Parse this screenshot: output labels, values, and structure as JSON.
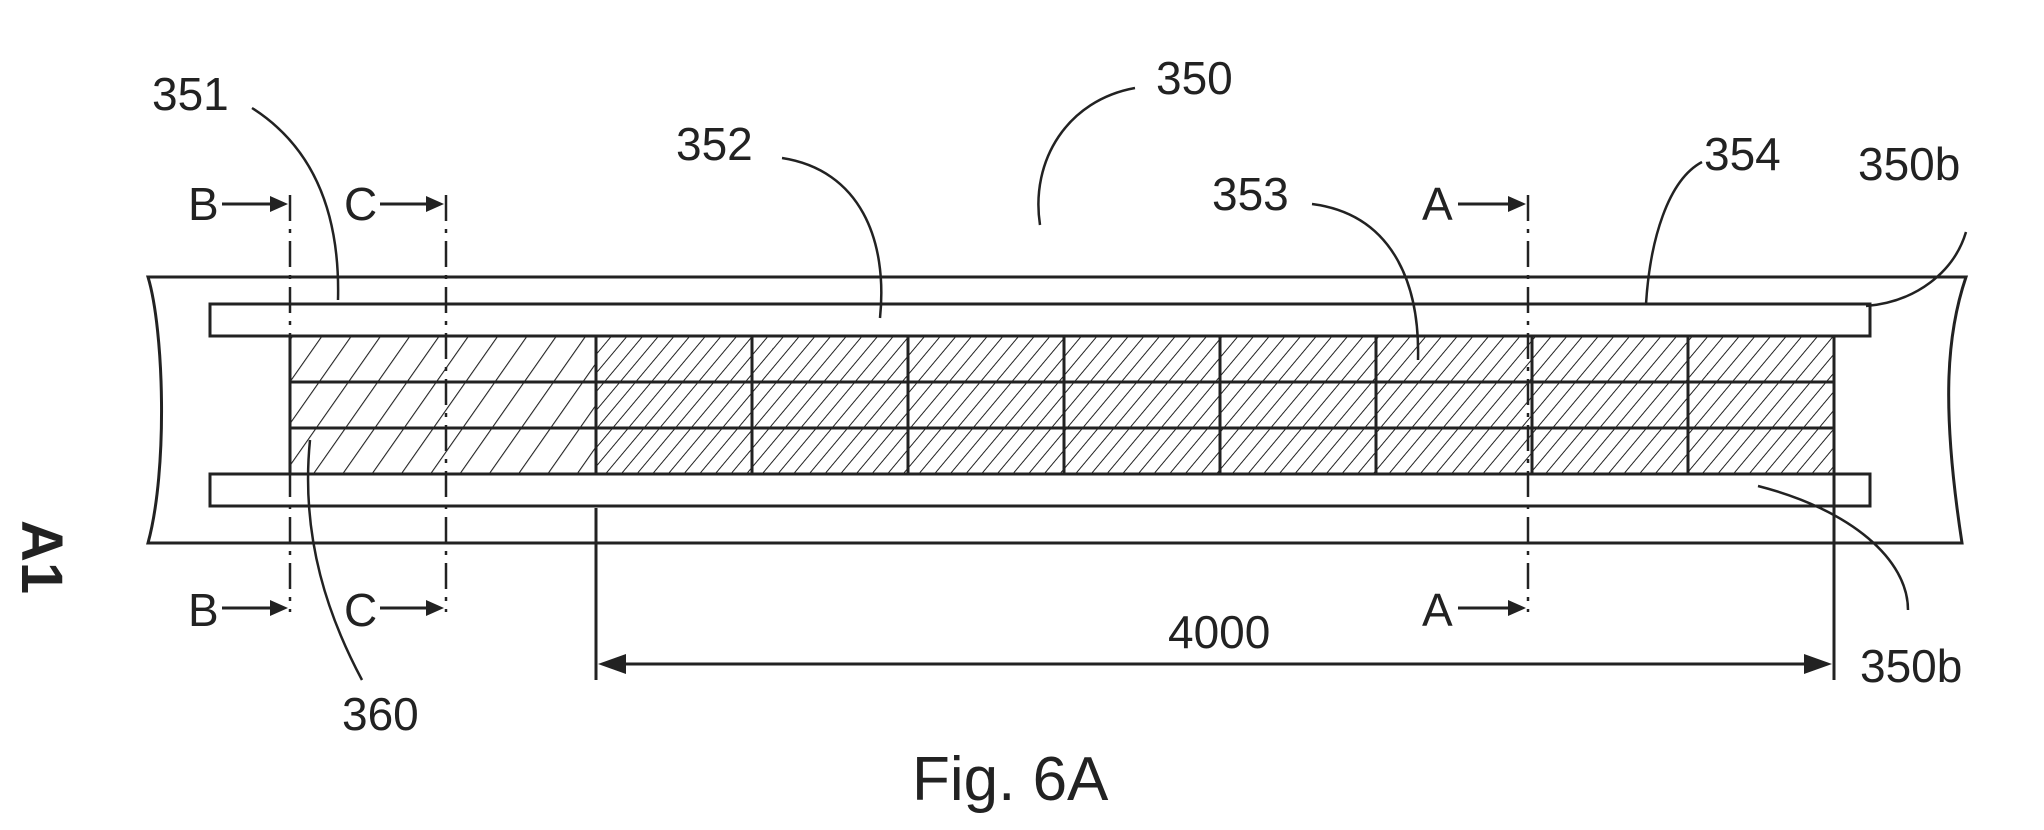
{
  "figure": {
    "caption": "Fig. 6A",
    "side_text": "A1",
    "labels": {
      "l350": "350",
      "l351": "351",
      "l352": "352",
      "l353": "353",
      "l354": "354",
      "l350b_top": "350b",
      "l350b_bottom": "350b",
      "l360": "360",
      "l4000": "4000"
    },
    "section_markers": {
      "b": "B",
      "c": "C",
      "a": "A"
    }
  }
}
